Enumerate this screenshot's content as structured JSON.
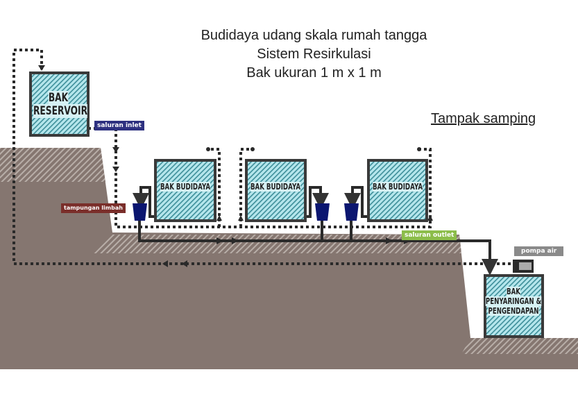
{
  "title": {
    "line1": "Budidaya udang skala rumah tangga",
    "line2": "Sistem Resirkulasi",
    "line3": "Bak ukuran 1 m x 1 m"
  },
  "view_label": "Tampak samping",
  "tanks": {
    "reservoir": [
      "BAK",
      "RESERVOIR"
    ],
    "budidaya": "BAK BUDIDAYA",
    "filter": [
      "BAK",
      "PENYARINGAN &",
      "PENGENDAPAN"
    ]
  },
  "tags": {
    "inlet": "saluran inlet",
    "waste": "tampungan limbah",
    "outlet": "saluran outlet",
    "pump": "pompa air"
  },
  "colors": {
    "ground": "#857670",
    "tank": "#b5e6ec",
    "bucket": "#0b1670",
    "inlet": "#2e3180",
    "waste": "#7a2e2a",
    "outlet": "#8cbd4a",
    "pump": "#8a8a8a"
  }
}
